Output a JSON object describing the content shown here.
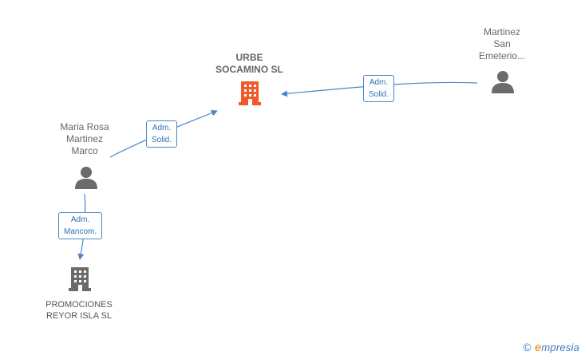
{
  "nodes": {
    "urbe": {
      "lines": [
        "URBE",
        "SOCAMINO SL"
      ],
      "color": "#f05a2a"
    },
    "martinez_san": {
      "lines": [
        "Martinez",
        "San",
        "Emeterio..."
      ]
    },
    "maria": {
      "lines": [
        "Maria Rosa",
        "Martinez",
        "Marco"
      ]
    },
    "promociones": {
      "lines": [
        "PROMOCIONES",
        "REYOR ISLA SL"
      ]
    }
  },
  "edges": {
    "e1": {
      "lines": [
        "Adm.",
        "Solid."
      ]
    },
    "e2": {
      "lines": [
        "Adm.",
        "Solid."
      ]
    },
    "e3": {
      "lines": [
        "Adm.",
        "Mancom."
      ]
    }
  },
  "colors": {
    "edge": "#4a86c8",
    "person_icon": "#6b6b6b",
    "building_gray": "#6b6b6b",
    "building_main": "#f05a2a"
  },
  "footer": {
    "copyright": "©",
    "brand_e": "e",
    "brand_rest": "mpresia"
  }
}
